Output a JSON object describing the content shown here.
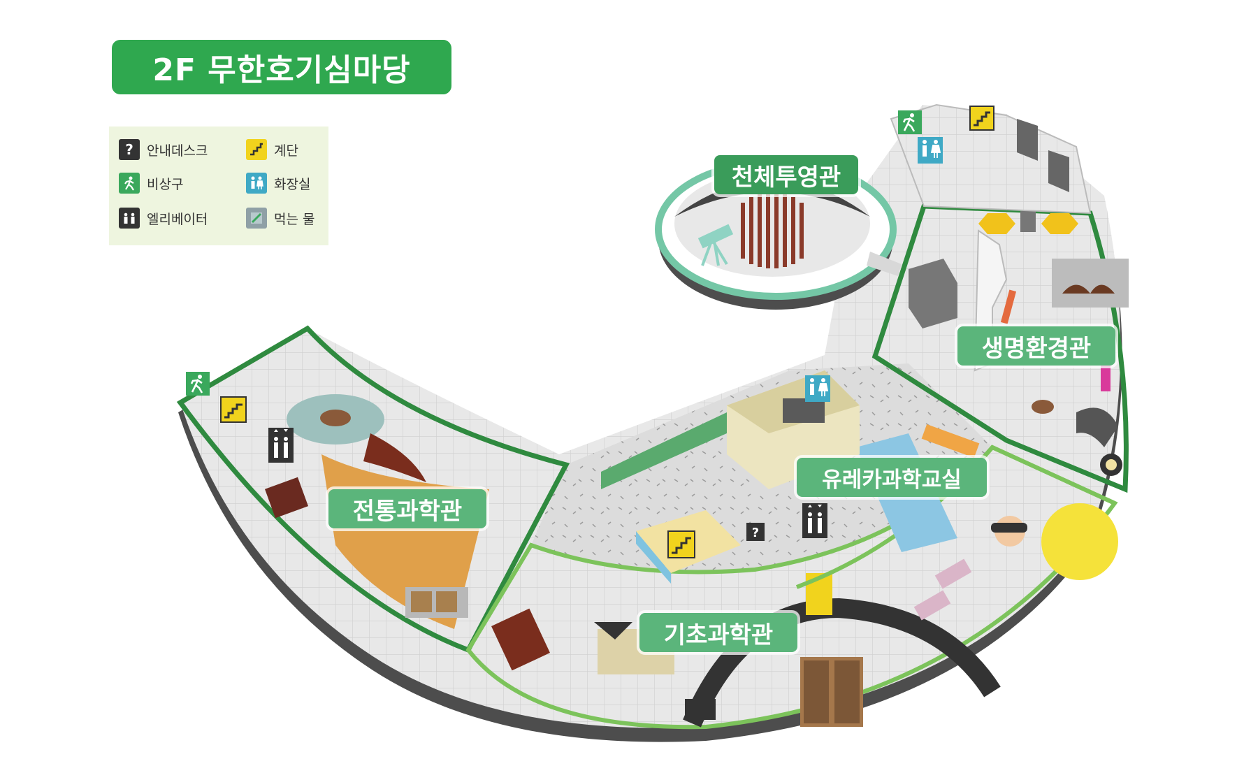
{
  "title": "2F 무한호기심마당",
  "legend": [
    {
      "icon": "info-desk-icon",
      "label": "안내데스크"
    },
    {
      "icon": "stairs-icon",
      "label": "계단"
    },
    {
      "icon": "emergency-exit-icon",
      "label": "비상구"
    },
    {
      "icon": "restroom-icon",
      "label": "화장실"
    },
    {
      "icon": "elevator-icon",
      "label": "엘리베이터"
    },
    {
      "icon": "food-area-icon",
      "label": "먹는 물"
    }
  ],
  "zones": {
    "planetarium": "천체투영관",
    "life_environment": "생명환경관",
    "traditional_science": "전통과학관",
    "eureka_classroom": "유레카과학교실",
    "basic_science": "기초과학관"
  },
  "colors": {
    "brand_green": "#2fa84f",
    "zone_outline": "#2f8a3f",
    "zone_outline_light": "#7cc35b",
    "label_green": "#3a9c5a",
    "floor_gray": "#d9d9d9",
    "wall_dark": "#555555",
    "legend_bg": "#eef5df",
    "icon_yellow": "#f1d31d",
    "icon_teal": "#3fa9c5"
  }
}
